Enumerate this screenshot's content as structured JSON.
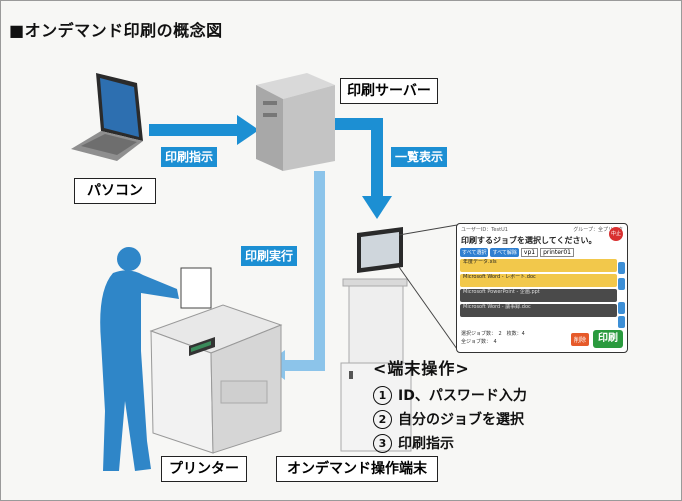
{
  "title": "■オンデマンド印刷の概念図",
  "labels": {
    "pc": "パソコン",
    "server": "印刷サーバー",
    "printer": "プリンター",
    "terminal": "オンデマンド操作端末"
  },
  "arrows": {
    "print_instruction": "印刷指示",
    "list_display": "一覧表示",
    "print_execute": "印刷実行"
  },
  "operations": {
    "header": "<端末操作>",
    "steps": [
      {
        "num": "1",
        "text": "ID、パスワード入力"
      },
      {
        "num": "2",
        "text": "自分のジョブを選択"
      },
      {
        "num": "3",
        "text": "印刷指示"
      }
    ]
  },
  "screen": {
    "user": "ユーザーID：TestU1",
    "group": "グループ：全プリンタ",
    "heading": "印刷するジョブを選択してください。",
    "select_all": "すべて選択",
    "deselect_all": "すべて解除",
    "dd_value": "vp1",
    "printer": "printer01",
    "stop": "中止",
    "rows": [
      {
        "text": "年度データ.xls",
        "color": "y"
      },
      {
        "text": "Microsoft Word - レポート.doc",
        "color": "y"
      },
      {
        "text": "Microsoft PowerPoint - 企画.ppt",
        "color": "g"
      },
      {
        "text": "Microsoft Word - 議事録.doc",
        "color": "g"
      }
    ],
    "foot1": "選択ジョブ数：　2　枚数：4",
    "foot2": "全ジョブ数：　4",
    "delete": "削除",
    "print": "印刷"
  },
  "colors": {
    "arrow_dark": "#1c8fd3",
    "arrow_light": "#8cc4ea",
    "person": "#2f86c8"
  }
}
